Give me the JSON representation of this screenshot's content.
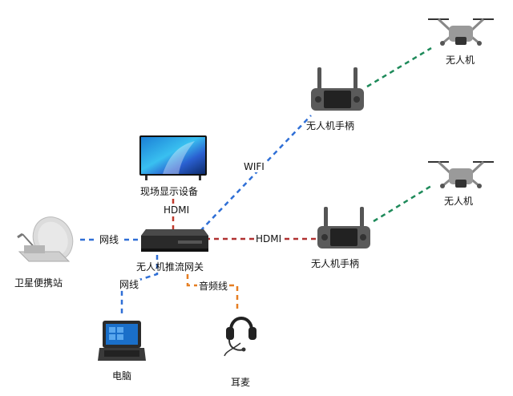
{
  "nodes": {
    "display": {
      "label": "现场显示设备",
      "icon": "tv-screen-icon"
    },
    "gateway": {
      "label": "无人机推流网关",
      "icon": "gateway-box-icon"
    },
    "satellite": {
      "label": "卫星便携站",
      "icon": "satellite-dish-icon"
    },
    "computer": {
      "label": "电脑",
      "icon": "rugged-laptop-icon"
    },
    "headset": {
      "label": "耳麦",
      "icon": "headset-icon"
    },
    "controller_top": {
      "label": "无人机手柄",
      "icon": "drone-controller-icon"
    },
    "controller_mid": {
      "label": "无人机手柄",
      "icon": "drone-controller-icon"
    },
    "drone_top": {
      "label": "无人机",
      "icon": "drone-icon"
    },
    "drone_mid": {
      "label": "无人机",
      "icon": "drone-icon"
    }
  },
  "links": {
    "gateway_display": {
      "label": "HDMI",
      "color": "#c0392b"
    },
    "gateway_controller_top": {
      "label": "WIFI",
      "color": "#2f6fd6"
    },
    "gateway_controller_mid": {
      "label": "HDMI",
      "color": "#b03030"
    },
    "satellite_gateway": {
      "label": "网线",
      "color": "#2f6fd6"
    },
    "gateway_computer": {
      "label": "网线",
      "color": "#2f6fd6"
    },
    "gateway_headset": {
      "label": "音频线",
      "color": "#e67e22"
    },
    "controller_drone_top": {
      "label": "",
      "color": "#1e8a5a"
    },
    "controller_drone_mid": {
      "label": "",
      "color": "#1e8a5a"
    }
  }
}
